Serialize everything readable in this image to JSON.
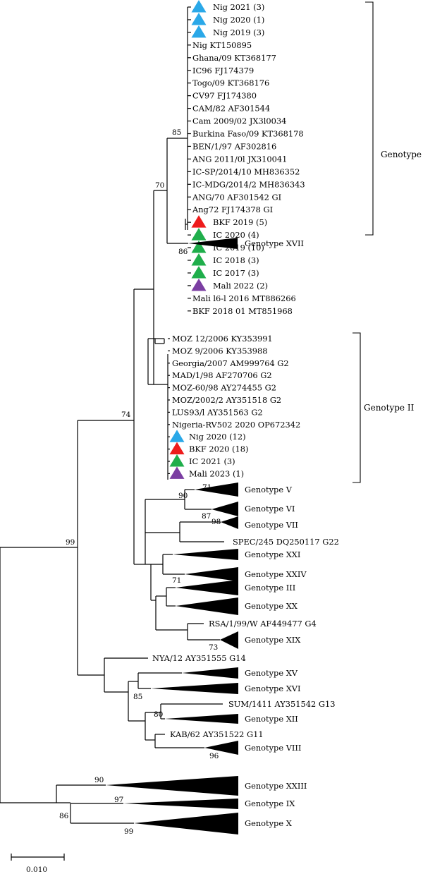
{
  "colors": {
    "nig": "#2aa8e8",
    "bkf": "#ee1c1c",
    "ic": "#1fae4b",
    "mali": "#7b3ea2",
    "clade": "#000000"
  },
  "taxa_top": [
    {
      "label": "Nig 2021 (3)",
      "marker": "nig"
    },
    {
      "label": "Nig 2020 (1)",
      "marker": "nig"
    },
    {
      "label": "Nig 2019 (3)",
      "marker": "nig"
    },
    {
      "label": "Nig KT150895"
    },
    {
      "label": "Ghana/09 KT368177"
    },
    {
      "label": "IC96 FJ174379"
    },
    {
      "label": "Togo/09 KT368176"
    },
    {
      "label": "CV97 FJ174380"
    },
    {
      "label": "CAM/82 AF301544"
    },
    {
      "label": "Cam 2009/02 JX3l0034"
    },
    {
      "label": "Burkina Faso/09 KT368178"
    },
    {
      "label": "BEN/1/97 AF302816"
    },
    {
      "label": "ANG 2011/0l JX310041"
    },
    {
      "label": "IC-SP/2014/10 MH836352"
    },
    {
      "label": "IC-MDG/2014/2 MH836343"
    },
    {
      "label": "ANG/70 AF301542 GI"
    },
    {
      "label": "Ang72 FJ174378 GI"
    },
    {
      "label": "BKF 2019 (5)",
      "marker": "bkf"
    },
    {
      "label": "IC 2020 (4)",
      "marker": "ic"
    },
    {
      "label": "IC 2019 (10)",
      "marker": "ic"
    },
    {
      "label": "IC 2018 (3)",
      "marker": "ic"
    },
    {
      "label": "IC 2017 (3)",
      "marker": "ic"
    },
    {
      "label": "Mali 2022 (2)",
      "marker": "mali"
    },
    {
      "label": "Mali l6-l 2016 MT886266"
    },
    {
      "label": "BKF 2018 01 MT851968"
    }
  ],
  "taxa_g2": [
    {
      "label": "MOZ 12/2006 KY353991"
    },
    {
      "label": "MOZ 9/2006 KY353988"
    },
    {
      "label": "Georgia/2007 AM999764 G2"
    },
    {
      "label": "MAD/1/98 AF270706 G2"
    },
    {
      "label": "MOZ-60/98 AY274455 G2"
    },
    {
      "label": "MOZ/2002/2 AY351518 G2"
    },
    {
      "label": "LUS93/l AY351563 G2"
    },
    {
      "label": "Nigeria-RV502 2020 OP672342"
    },
    {
      "label": "Nig 2020 (12)",
      "marker": "nig"
    },
    {
      "label": "BKF 2020 (18)",
      "marker": "bkf"
    },
    {
      "label": "IC 2021 (3)",
      "marker": "ic"
    },
    {
      "label": "Mali 2023 (1)",
      "marker": "mali"
    }
  ],
  "clades": [
    {
      "label": "Genotype XVII"
    },
    {
      "label": "Genotype V"
    },
    {
      "label": "Genotype VI"
    },
    {
      "label": "Genotype VII"
    },
    {
      "label": "Genotype XXI"
    },
    {
      "label": "Genotype XXIV"
    },
    {
      "label": "Genotype III"
    },
    {
      "label": "Genotype XX"
    },
    {
      "label": "Genotype XIX"
    },
    {
      "label": "Genotype XV"
    },
    {
      "label": "Genotype XVI"
    },
    {
      "label": "Genotype XII"
    },
    {
      "label": "Genotype VIII"
    },
    {
      "label": "Genotype XXIII"
    },
    {
      "label": "Genotype IX"
    },
    {
      "label": "Genotype X"
    }
  ],
  "single_taxa": [
    {
      "label": "SPEC/245 DQ250117 G22"
    },
    {
      "label": "RSA/1/99/W AF449477 G4"
    },
    {
      "label": "NYA/12 AY351555 G14"
    },
    {
      "label": "SUM/1411 AY351542 G13"
    },
    {
      "label": "KAB/62 AY351522 G11"
    }
  ],
  "bootstrap": {
    "b85": "85",
    "b70": "70",
    "b86a": "86",
    "b74": "74",
    "b71a": "71",
    "b90a": "90",
    "b87": "87",
    "b98": "98",
    "b99a": "99",
    "b71b": "71",
    "b73": "73",
    "b85b": "85",
    "b80": "80",
    "b96": "96",
    "b90b": "90",
    "b97": "97",
    "b86b": "86",
    "b99b": "99"
  },
  "brackets": {
    "genotype_1": "Genotype I",
    "genotype_2": "Genotype II"
  },
  "scale_bar": {
    "label": "0.010"
  }
}
